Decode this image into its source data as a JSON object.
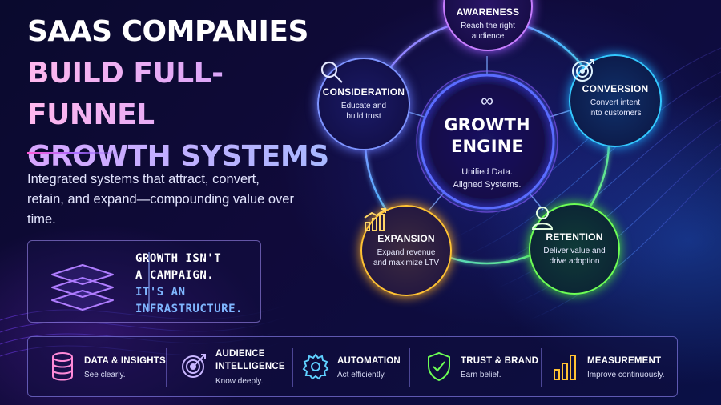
{
  "headline": {
    "line1": "SAAS COMPANIES",
    "line2": "BUILD FULL-FUNNEL",
    "line3": "GROWTH SYSTEMS"
  },
  "description": "Integrated systems that attract, convert, retain, and expand—compounding value over time.",
  "callout": {
    "line1": "GROWTH ISN'T",
    "line2": "A CAMPAIGN.",
    "line3": "IT'S AN",
    "line4": "INFRASTRUCTURE."
  },
  "engine": {
    "icon": "infinity-icon",
    "title_line1": "GROWTH",
    "title_line2": "ENGINE",
    "sub_line1": "Unified Data.",
    "sub_line2": "Aligned Systems."
  },
  "stages": [
    {
      "title": "AWARENESS",
      "line1": "Reach the right",
      "line2": "audience",
      "color": "#c77dff"
    },
    {
      "title": "CONVERSION",
      "line1": "Convert intent",
      "line2": "into customers",
      "color": "#33c8ff"
    },
    {
      "title": "RETENTION",
      "line1": "Deliver value and",
      "line2": "drive adoption",
      "color": "#6dff55"
    },
    {
      "title": "EXPANSION",
      "line1": "Expand revenue",
      "line2": "and maximize LTV",
      "color": "#ffc233"
    },
    {
      "title": "CONSIDERATION",
      "line1": "Educate and",
      "line2": "build trust",
      "color": "#7d93ff"
    }
  ],
  "pillars": [
    {
      "title_line1": "DATA & INSIGHTS",
      "title_line2": "",
      "sub": "See clearly.",
      "icon": "database-icon"
    },
    {
      "title_line1": "AUDIENCE",
      "title_line2": "INTELLIGENCE",
      "sub": "Know deeply.",
      "icon": "target-icon"
    },
    {
      "title_line1": "AUTOMATION",
      "title_line2": "",
      "sub": "Act efficiently.",
      "icon": "gear-icon"
    },
    {
      "title_line1": "TRUST & BRAND",
      "title_line2": "",
      "sub": "Earn belief.",
      "icon": "shield-check-icon"
    },
    {
      "title_line1": "MEASUREMENT",
      "title_line2": "",
      "sub": "Improve continuously.",
      "icon": "bar-chart-icon"
    }
  ],
  "colors": {
    "accent_blue": "#33c8ff",
    "accent_purple": "#c77dff",
    "accent_green": "#6dff55",
    "accent_orange": "#ffc233"
  }
}
